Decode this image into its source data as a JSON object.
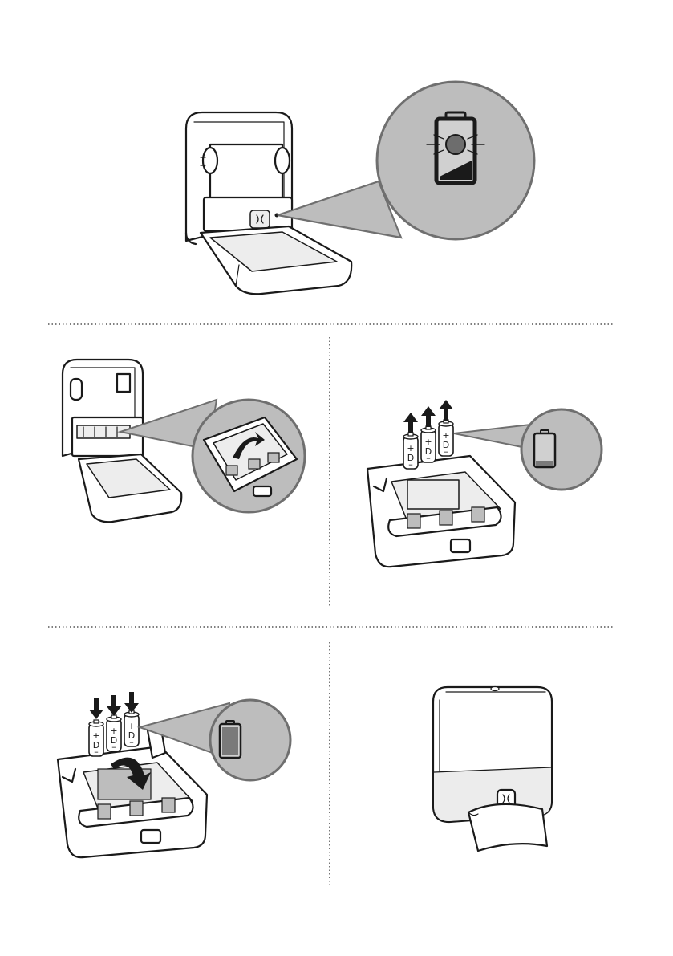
{
  "battery": {
    "cell_polarity_plus": "+",
    "cell_polarity_minus": "–",
    "cell_type": "D"
  },
  "colors": {
    "zoom_fill": "#bdbdbd",
    "zoom_border": "#6f6f6f",
    "led": "#6d6d6d",
    "battery_low": "#1a1a1a",
    "battery_dead": "#7a7a7a",
    "separator": "#555555"
  },
  "steps": [
    {
      "id": "step-1",
      "depicts": "open-dispenser-battery-led-indicator"
    },
    {
      "id": "step-2",
      "depicts": "open-battery-compartment"
    },
    {
      "id": "step-3",
      "depicts": "remove-old-batteries"
    },
    {
      "id": "step-4",
      "depicts": "insert-new-batteries-close-cover"
    },
    {
      "id": "step-5",
      "depicts": "closed-dispenser-with-towel"
    }
  ]
}
